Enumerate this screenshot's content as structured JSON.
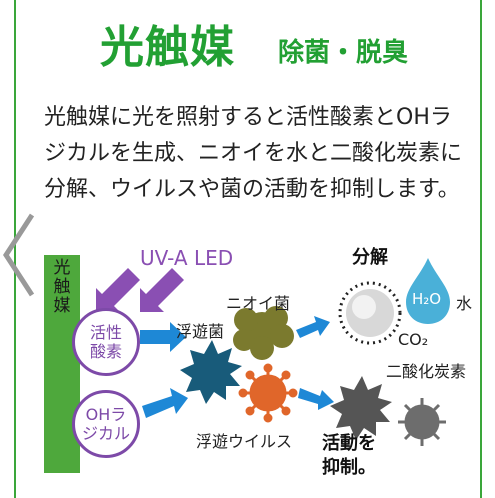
{
  "title": {
    "main": "光触媒",
    "sub": "除菌・脱臭"
  },
  "description": {
    "line1": "光触媒に光を照射すると活性酸素とOHラ",
    "line2": "ジカルを生成、ニオイを水と二酸化炭素に",
    "line3": "分解、ウイルスや菌の活動を抑制します。"
  },
  "diagram": {
    "sidebar_label": "光触媒",
    "uv_label": "UV-A LED",
    "active_oxygen": "活性酸素",
    "oh_radical": "OHラジカル",
    "odor_bacteria": "ニオイ菌",
    "floating_bacteria": "浮遊菌",
    "floating_virus": "浮遊ウイルス",
    "decompose": "分解",
    "water": "水",
    "co2_label": "二酸化炭素",
    "suppress": "活動を抑制。",
    "h2o_text": "H₂O",
    "co2_text": "CO₂"
  },
  "colors": {
    "green": "#22a033",
    "purple": "#7d4aa8",
    "blue": "#1e88d6"
  }
}
